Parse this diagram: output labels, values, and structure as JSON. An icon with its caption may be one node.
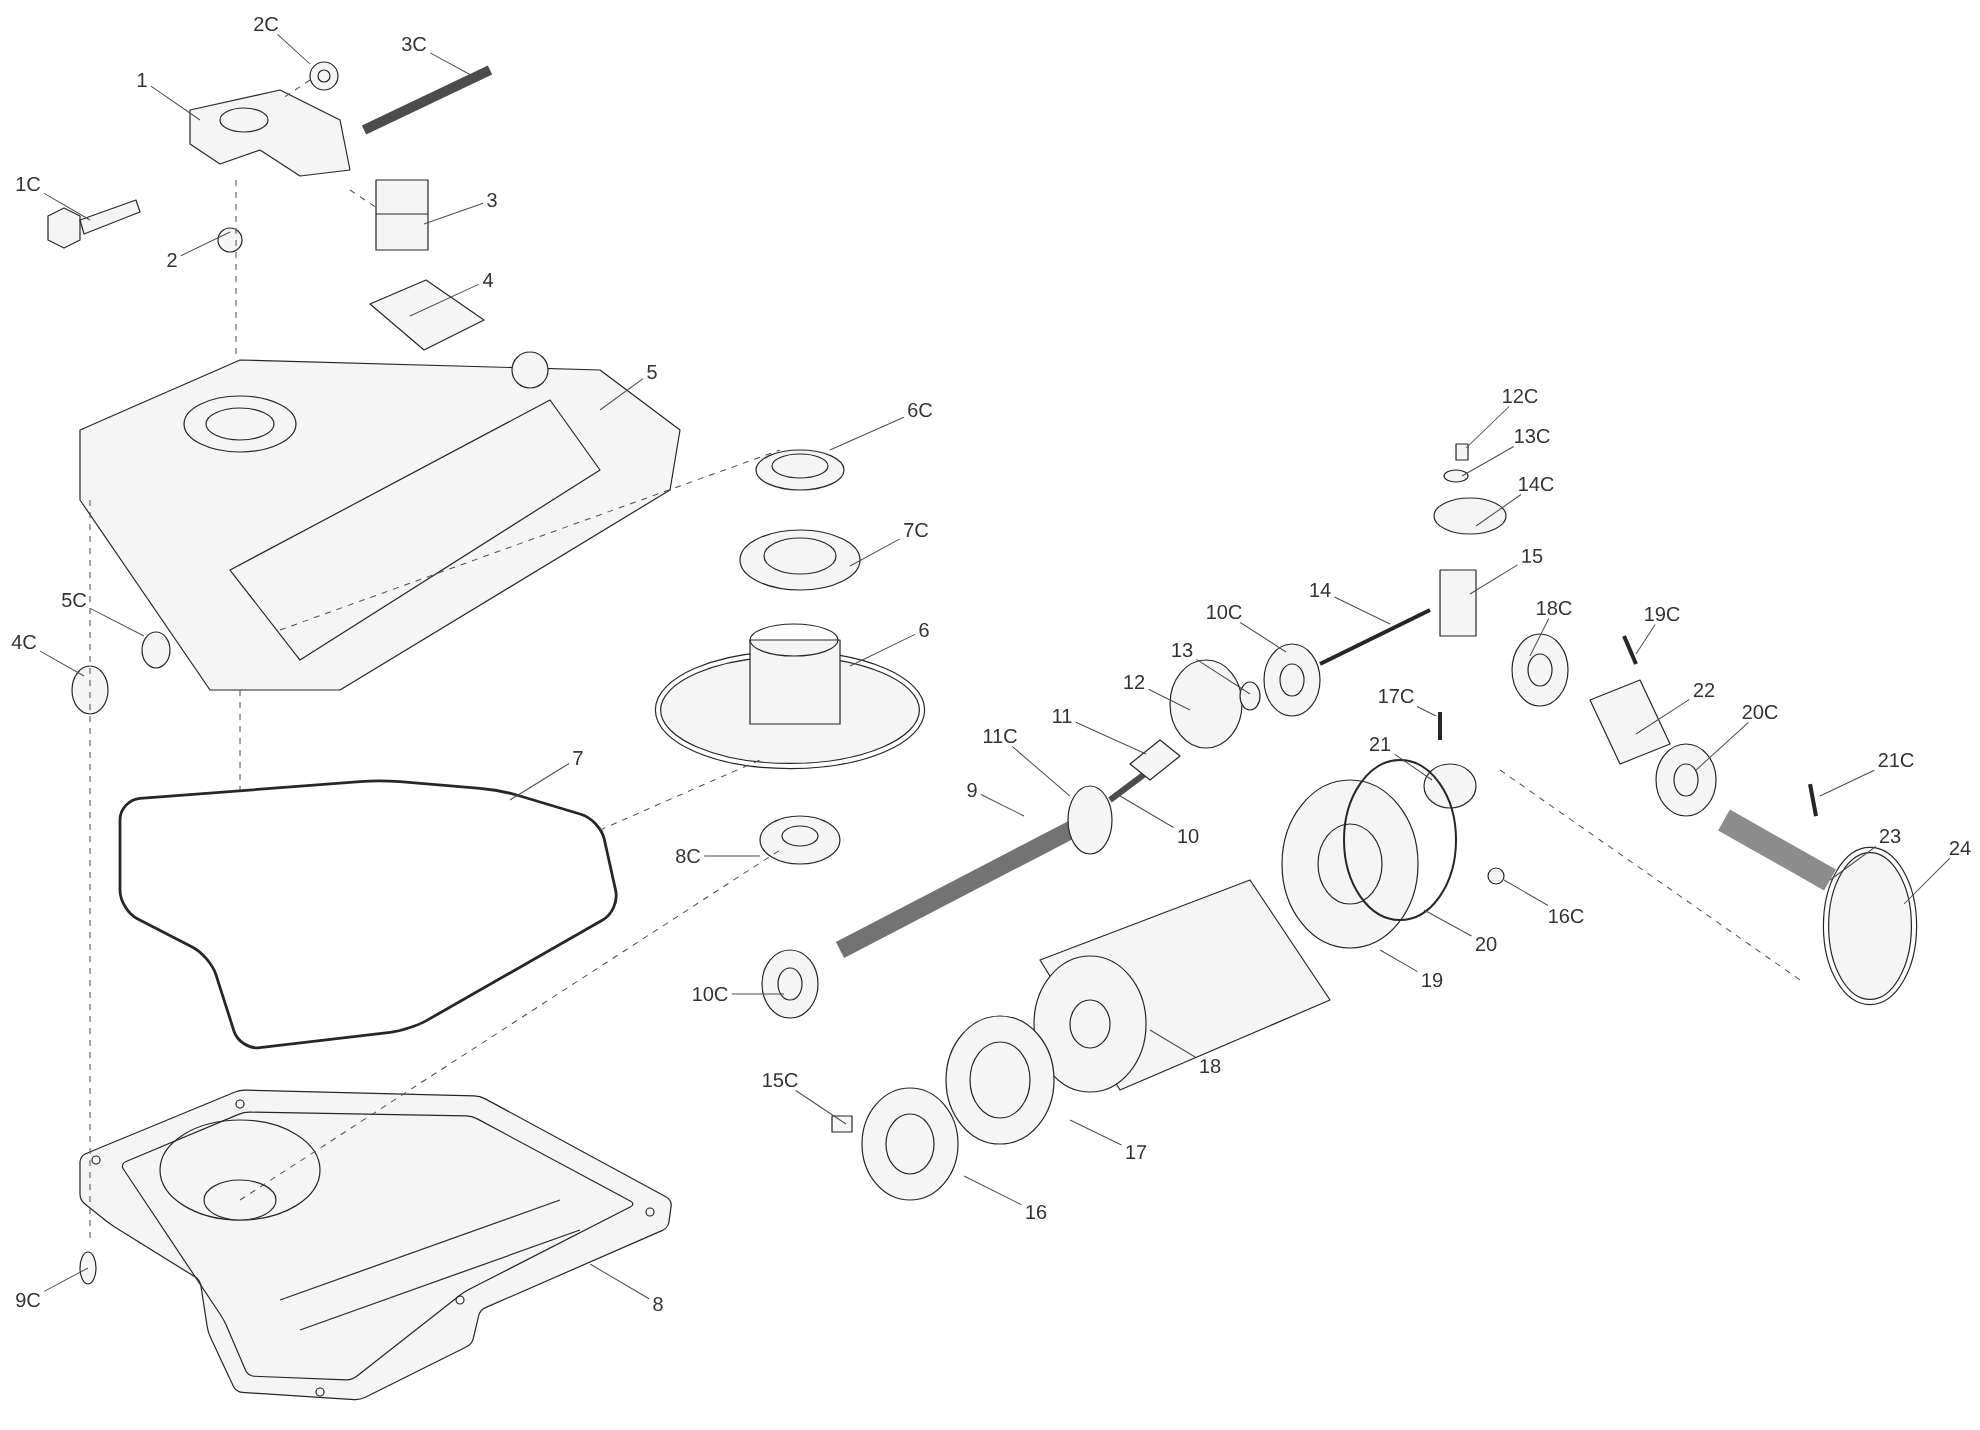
{
  "diagram": {
    "nodes": [
      {
        "text": [
          "1"
        ]
      },
      {
        "text": [
          "2C"
        ]
      },
      {
        "text": [
          "3C"
        ]
      },
      {
        "text": [
          "1C"
        ]
      },
      {
        "text": [
          "2"
        ]
      },
      {
        "text": [
          "3"
        ]
      },
      {
        "text": [
          "4"
        ]
      },
      {
        "text": [
          "5"
        ]
      },
      {
        "text": [
          "6C"
        ]
      },
      {
        "text": [
          "7C"
        ]
      },
      {
        "text": [
          "6"
        ]
      },
      {
        "text": [
          "5C"
        ]
      },
      {
        "text": [
          "4C"
        ]
      },
      {
        "text": [
          "7"
        ]
      },
      {
        "text": [
          "8C"
        ]
      },
      {
        "text": [
          "9"
        ]
      },
      {
        "text": [
          "11C"
        ]
      },
      {
        "text": [
          "11"
        ]
      },
      {
        "text": [
          "10"
        ]
      },
      {
        "text": [
          "12"
        ]
      },
      {
        "text": [
          "13"
        ]
      },
      {
        "text": [
          "10C"
        ]
      },
      {
        "text": [
          "14"
        ]
      },
      {
        "text": [
          "15"
        ]
      },
      {
        "text": [
          "12C"
        ]
      },
      {
        "text": [
          "13C"
        ]
      },
      {
        "text": [
          "14C"
        ]
      },
      {
        "text": [
          "18C"
        ]
      },
      {
        "text": [
          "19C"
        ]
      },
      {
        "text": [
          "17C"
        ]
      },
      {
        "text": [
          "21"
        ]
      },
      {
        "text": [
          "22"
        ]
      },
      {
        "text": [
          "20C"
        ]
      },
      {
        "text": [
          "21C"
        ]
      },
      {
        "text": [
          "23"
        ]
      },
      {
        "text": [
          "24"
        ]
      },
      {
        "text": [
          "16C"
        ]
      },
      {
        "text": [
          "20"
        ]
      },
      {
        "text": [
          "19"
        ]
      },
      {
        "text": [
          "10C"
        ]
      },
      {
        "text": [
          "18"
        ]
      },
      {
        "text": [
          "15C"
        ]
      },
      {
        "text": [
          "17"
        ]
      },
      {
        "text": [
          "16"
        ]
      },
      {
        "text": [
          "8"
        ]
      },
      {
        "text": [
          "9C"
        ]
      }
    ],
    "edges": [
      {
        "from": 0,
        "to": null,
        "arrow": "none"
      },
      {
        "from": 1,
        "to": null,
        "arrow": "none"
      },
      {
        "from": 2,
        "to": null,
        "arrow": "none"
      },
      {
        "from": 3,
        "to": null,
        "arrow": "none"
      },
      {
        "from": 4,
        "to": null,
        "arrow": "none"
      },
      {
        "from": 5,
        "to": null,
        "arrow": "none"
      },
      {
        "from": 6,
        "to": null,
        "arrow": "none"
      },
      {
        "from": 7,
        "to": null,
        "arrow": "none"
      },
      {
        "from": 8,
        "to": null,
        "arrow": "none"
      },
      {
        "from": 9,
        "to": null,
        "arrow": "none"
      },
      {
        "from": 10,
        "to": null,
        "arrow": "none"
      },
      {
        "from": 11,
        "to": null,
        "arrow": "none"
      },
      {
        "from": 12,
        "to": null,
        "arrow": "none"
      },
      {
        "from": 13,
        "to": null,
        "arrow": "none"
      },
      {
        "from": 14,
        "to": null,
        "arrow": "none"
      },
      {
        "from": 15,
        "to": null,
        "arrow": "none"
      },
      {
        "from": 16,
        "to": null,
        "arrow": "none"
      },
      {
        "from": 17,
        "to": null,
        "arrow": "none"
      },
      {
        "from": 18,
        "to": null,
        "arrow": "none"
      },
      {
        "from": 19,
        "to": null,
        "arrow": "none"
      },
      {
        "from": 20,
        "to": null,
        "arrow": "none"
      },
      {
        "from": 21,
        "to": null,
        "arrow": "none"
      },
      {
        "from": 22,
        "to": null,
        "arrow": "none"
      },
      {
        "from": 23,
        "to": null,
        "arrow": "none"
      },
      {
        "from": 24,
        "to": null,
        "arrow": "none"
      },
      {
        "from": 25,
        "to": null,
        "arrow": "none"
      },
      {
        "from": 26,
        "to": null,
        "arrow": "none"
      },
      {
        "from": 27,
        "to": null,
        "arrow": "none"
      },
      {
        "from": 28,
        "to": null,
        "arrow": "none"
      },
      {
        "from": 29,
        "to": null,
        "arrow": "none"
      },
      {
        "from": 30,
        "to": null,
        "arrow": "none"
      },
      {
        "from": 31,
        "to": null,
        "arrow": "none"
      },
      {
        "from": 32,
        "to": null,
        "arrow": "none"
      },
      {
        "from": 33,
        "to": null,
        "arrow": "none"
      },
      {
        "from": 34,
        "to": null,
        "arrow": "none"
      },
      {
        "from": 35,
        "to": null,
        "arrow": "none"
      },
      {
        "from": 36,
        "to": null,
        "arrow": "none"
      },
      {
        "from": 37,
        "to": null,
        "arrow": "none"
      },
      {
        "from": 38,
        "to": null,
        "arrow": "none"
      },
      {
        "from": 39,
        "to": null,
        "arrow": "none"
      },
      {
        "from": 40,
        "to": null,
        "arrow": "none"
      },
      {
        "from": 41,
        "to": null,
        "arrow": "none"
      },
      {
        "from": 42,
        "to": null,
        "arrow": "none"
      },
      {
        "from": 43,
        "to": null,
        "arrow": "none"
      },
      {
        "from": 44,
        "to": null,
        "arrow": "none"
      },
      {
        "from": 45,
        "to": null,
        "arrow": "none"
      }
    ]
  }
}
